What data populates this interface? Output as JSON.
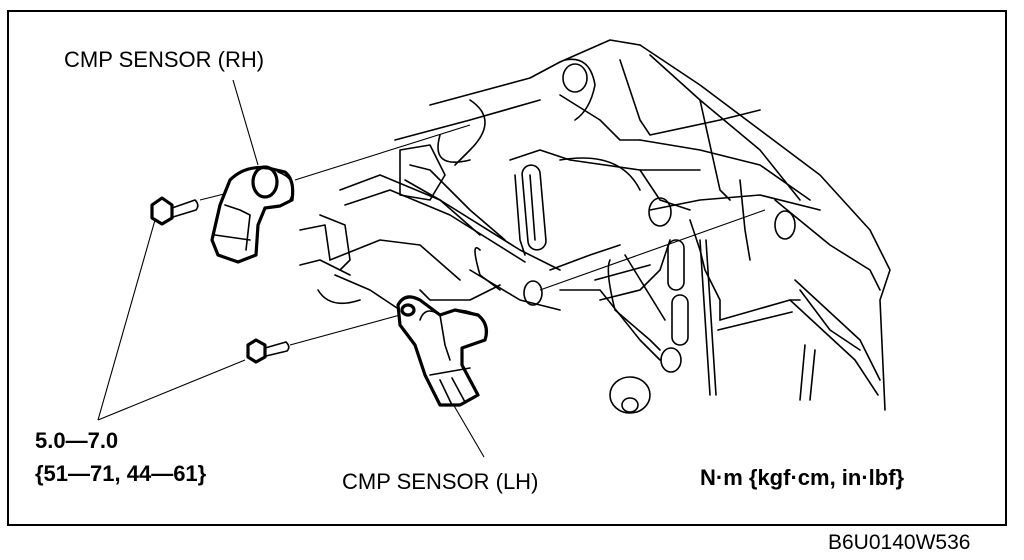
{
  "diagram": {
    "labels": {
      "rh_sensor": "CMP SENSOR (RH)",
      "lh_sensor": "CMP SENSOR (LH)",
      "torque_value": "5.0—7.0",
      "torque_alt_values": "{51—71, 44—61}",
      "units": "N·m {kgf·cm, in·lbf}",
      "figure_id": "B6U0140W536"
    },
    "icons": [
      "cmp-sensor-rh-icon",
      "cmp-sensor-lh-icon",
      "bolt-icon",
      "engine-block-icon"
    ],
    "colors": {
      "ink": "#000000",
      "paper": "#ffffff"
    }
  }
}
